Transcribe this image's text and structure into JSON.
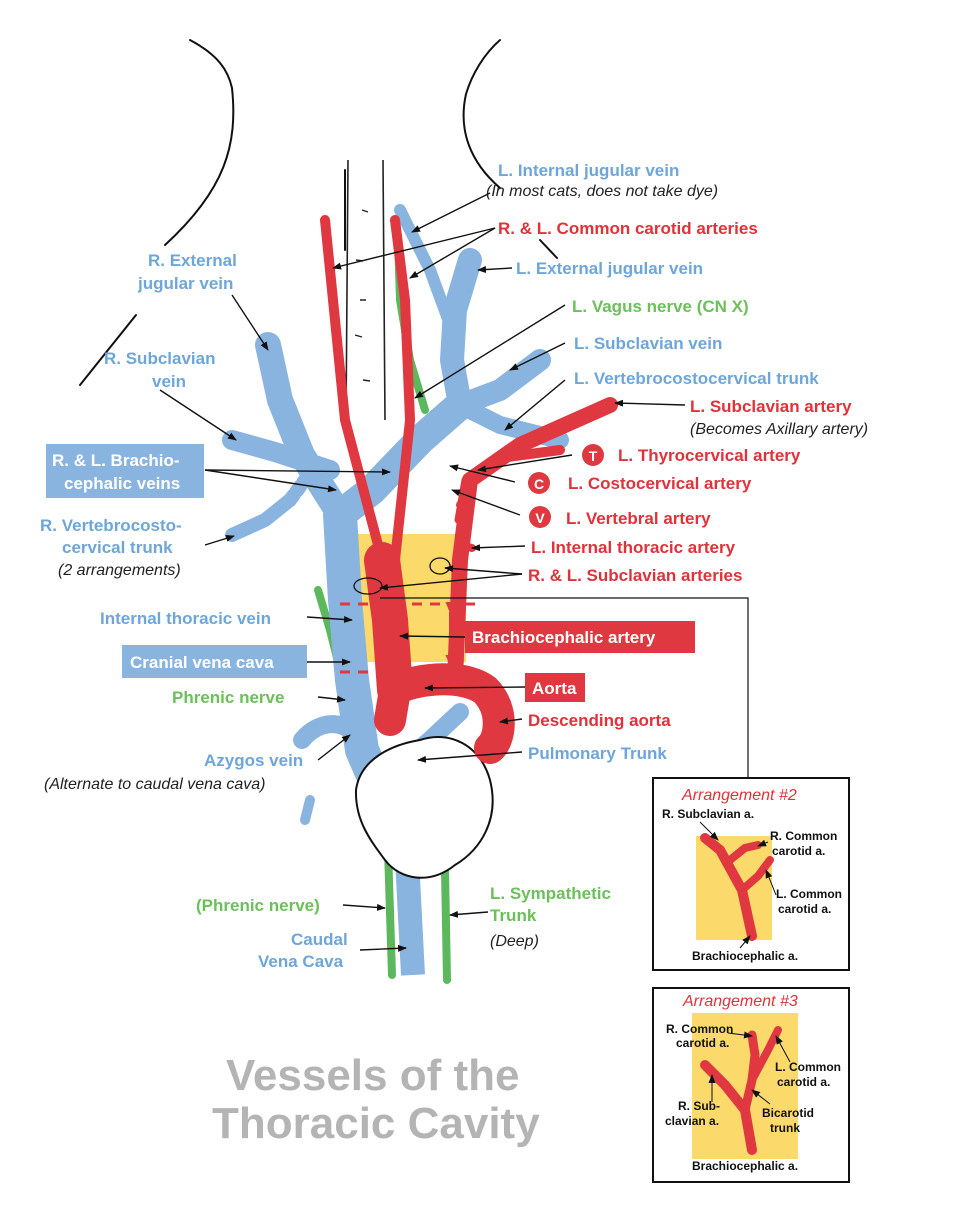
{
  "title": {
    "line1": "Vessels of the",
    "line2": "Thoracic Cavity"
  },
  "colors": {
    "vein": "#8ab4e0",
    "artery": "#e03840",
    "nerve": "#5cb85c",
    "highlight": "#fbd96a",
    "vein_text": "#6fa6da",
    "artery_text": "#e0323a",
    "nerve_text": "#6cc05a",
    "title_text": "#b4b4b4"
  },
  "labels": {
    "l_internal_jugular": "L. Internal jugular  vein",
    "l_internal_jugular_note": "(In most cats, does not take dye)",
    "common_carotids": "R. & L. Common carotid arteries",
    "l_external_jugular": "L. External jugular vein",
    "r_external_jugular_1": "R. External",
    "r_external_jugular_2": "jugular vein",
    "l_vagus": "L. Vagus nerve (CN X)",
    "l_subclavian_vein": "L. Subclavian vein",
    "r_subclavian_vein_1": "R. Subclavian",
    "r_subclavian_vein_2": "vein",
    "l_vertebrocostocervical": "L. Vertebrocostocervical trunk",
    "l_subclavian_artery": "L. Subclavian artery",
    "l_subclavian_artery_note": "(Becomes Axillary artery)",
    "brachiocephalic_veins_1": "R. & L. Brachio-",
    "brachiocephalic_veins_2": "cephalic veins",
    "thyrocervical_badge": "T",
    "thyrocervical": "L. Thyrocervical artery",
    "costocervical_badge": "C",
    "costocervical": "L. Costocervical artery",
    "vertebral_badge": "V",
    "vertebral": "L. Vertebral artery",
    "r_vertebrocosto_1": "R. Vertebrocosto-",
    "r_vertebrocosto_2": "cervical trunk",
    "r_vertebrocosto_note": "(2 arrangements)",
    "l_internal_thoracic_artery": "L. Internal thoracic artery",
    "subclavian_arteries": "R. & L. Subclavian arteries",
    "internal_thoracic_vein": "Internal thoracic vein",
    "brachiocephalic_artery": "Brachiocephalic artery",
    "cranial_vena_cava": "Cranial vena cava",
    "phrenic_nerve": "Phrenic nerve",
    "aorta": "Aorta",
    "descending_aorta": "Descending aorta",
    "azygos_vein": "Azygos vein",
    "azygos_note": "(Alternate to caudal vena cava)",
    "pulmonary_trunk": "Pulmonary Trunk",
    "phrenic_nerve_2": "(Phrenic nerve)",
    "caudal_vena_cava_1": "Caudal",
    "caudal_vena_cava_2": "Vena Cava",
    "l_sympathetic_1": "L. Sympathetic",
    "l_sympathetic_2": "Trunk",
    "l_sympathetic_note": "(Deep)"
  },
  "arrangement2": {
    "title": "Arrangement #2",
    "r_subclavian": "R. Subclavian a.",
    "r_common_carotid_1": "R. Common",
    "r_common_carotid_2": "carotid a.",
    "l_common_carotid_1": "L. Common",
    "l_common_carotid_2": "carotid a.",
    "brachiocephalic": "Brachiocephalic a."
  },
  "arrangement3": {
    "title": "Arrangement #3",
    "r_common_carotid_1": "R. Common",
    "r_common_carotid_2": "carotid a.",
    "l_common_carotid_1": "L. Common",
    "l_common_carotid_2": "carotid a.",
    "r_subclavian_1": "R. Sub-",
    "r_subclavian_2": "clavian a.",
    "bicarotid_1": "Bicarotid",
    "bicarotid_2": "trunk",
    "brachiocephalic": "Brachiocephalic a."
  }
}
